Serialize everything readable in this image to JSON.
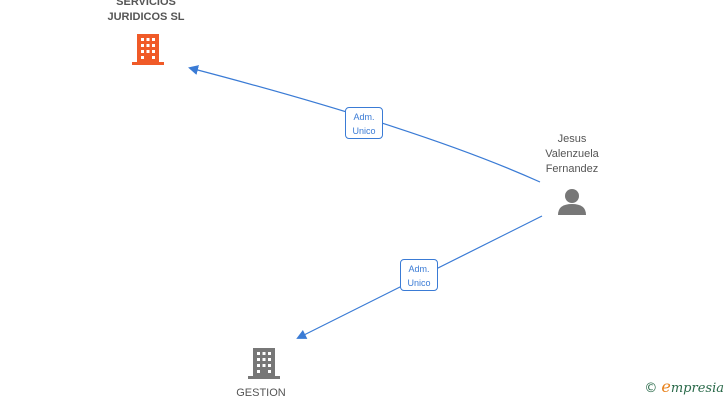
{
  "nodes": {
    "company_top": {
      "line1": "SERVICIOS",
      "line2": "JURIDICOS  SL",
      "color": "#f05a28"
    },
    "company_bottom": {
      "label": "GESTION",
      "color": "#777777"
    },
    "person": {
      "line1": "Jesus",
      "line2": "Valenzuela",
      "line3": "Fernandez",
      "color": "#777777"
    }
  },
  "edges": [
    {
      "line1": "Adm.",
      "line2": "Unico",
      "color": "#3a7bd5"
    },
    {
      "line1": "Adm.",
      "line2": "Unico",
      "color": "#3a7bd5"
    }
  ],
  "brand": {
    "symbol": "©",
    "initial": "e",
    "rest": "mpresia"
  }
}
